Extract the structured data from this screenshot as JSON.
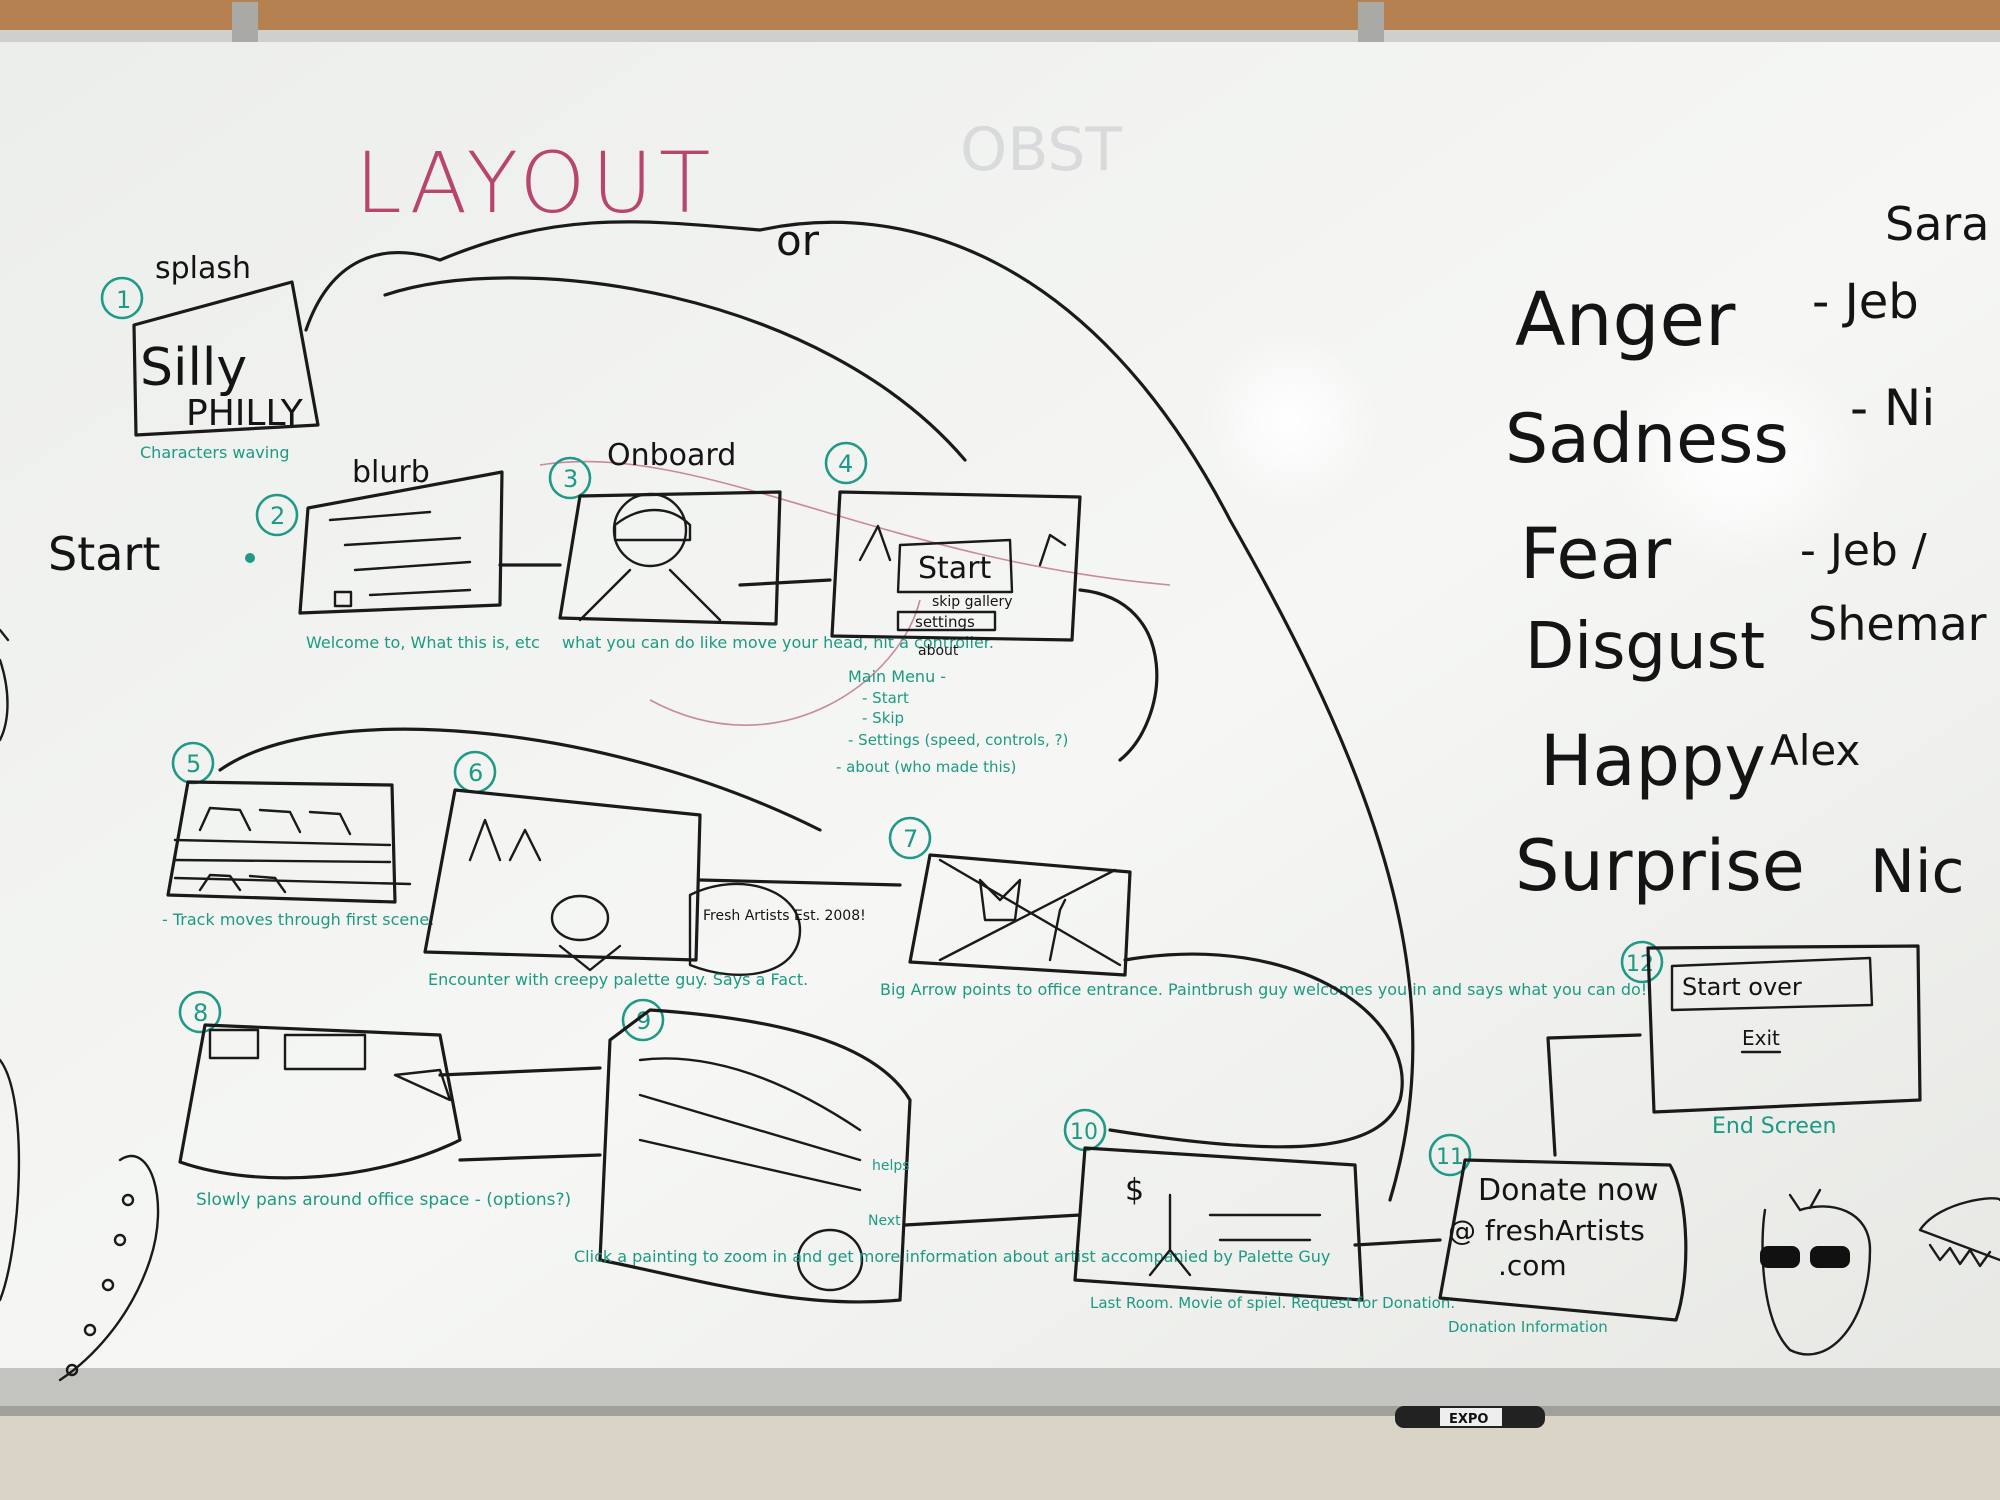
{
  "heading": "LAYOUT",
  "or_label": "or",
  "start_label": "Start",
  "emotions": [
    {
      "emotion": "Anger",
      "assignee": "- Jeb"
    },
    {
      "emotion": "Sadness",
      "assignee": "- Ni"
    },
    {
      "emotion": "Fear",
      "assignee": "- Jeb /"
    },
    {
      "emotion": "Disgust",
      "assignee": "Shemar S"
    },
    {
      "emotion": "Happy",
      "assignee": "Alex"
    },
    {
      "emotion": "Surprise",
      "assignee": "Nic"
    }
  ],
  "emotions_header": "Sara",
  "frames": {
    "f1": {
      "num": "1",
      "title": "splash",
      "logo_line1": "Silly",
      "logo_line2": "PHILLY",
      "note": "Characters waving"
    },
    "f2": {
      "num": "2",
      "title": "blurb",
      "note": "Welcome to, What this is, etc"
    },
    "f3": {
      "num": "3",
      "title": "Onboard",
      "note": "what you can do like move your head, hit a controller."
    },
    "f4": {
      "num": "4",
      "btn_start": "Start",
      "btn_skip": "skip gallery",
      "btn_settings": "settings",
      "btn_about": "about",
      "menu_title": "Main Menu -",
      "menu_items": [
        "- Start",
        "- Skip",
        "- Settings (speed, controls, ?)",
        "- about (who made this)"
      ]
    },
    "f5": {
      "num": "5",
      "note": "- Track moves through first scene."
    },
    "f6": {
      "num": "6",
      "bubble": "Fresh Artists Est. 2008!",
      "note": "Encounter with creepy palette guy. Says a Fact."
    },
    "f7": {
      "num": "7",
      "note": "Big Arrow points to office entrance. Paintbrush guy welcomes you in and says what you can do!"
    },
    "f8": {
      "num": "8",
      "note": "Slowly pans around office space - (options?)"
    },
    "f9": {
      "num": "9",
      "side_help": "helps",
      "side_next": "Next",
      "note": "Click a painting to zoom in and get more information about artist accompanied by Palette Guy"
    },
    "f10": {
      "num": "10",
      "note": "Last Room. Movie of spiel. Request for Donation."
    },
    "f11": {
      "num": "11",
      "line1": "Donate now",
      "line2": "@ freshArtists",
      "line3": ".com",
      "note": "Donation Information"
    },
    "f12": {
      "num": "12",
      "btn_over": "Start over",
      "btn_exit": "Exit",
      "note": "End Screen"
    }
  },
  "marker_label": "EXPO",
  "colors": {
    "board": "#f4f5f3",
    "black_ink": "#1a1a1a",
    "teal_ink": "#1f9a86",
    "maroon_ink": "#a8305a",
    "frame": "#c8c8c4",
    "cork": "#b07a44"
  }
}
